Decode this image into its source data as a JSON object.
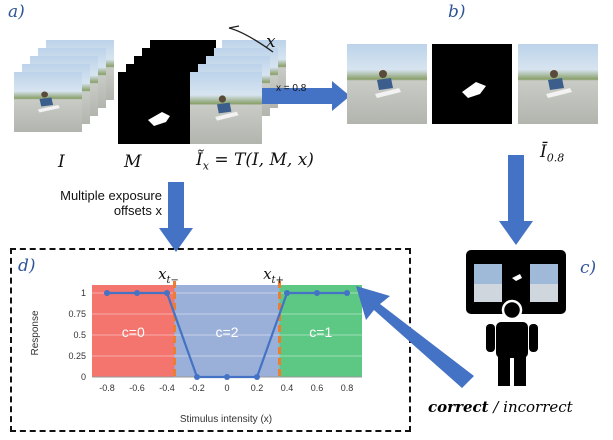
{
  "panels": {
    "a": "a)",
    "b": "b)",
    "c": "c)",
    "d": "d)"
  },
  "labels": {
    "x_brace": "x",
    "I": "I",
    "M": "M",
    "Ix_lhs": "Ĩ",
    "Ix_sub": "x",
    "Ix_rhs": "= T(I, M, x)",
    "arrow_param": "x = 0.8",
    "I_bar": "Ī",
    "I_bar_sub": "0.8",
    "multiple_exposure_line1": "Multiple exposure",
    "multiple_exposure_line2": "offsets x",
    "correct": "correct",
    "slash_incorrect": " / incorrect"
  },
  "colors": {
    "accent": "#2f5597",
    "arrow": "#4472c4",
    "threshold": "#ed7d31",
    "c0": "#f4746e",
    "c2": "#9bb0d8",
    "c1": "#5cc884",
    "line": "#4472c4"
  },
  "chart_data": {
    "type": "line",
    "xlabel": "Stimulus intensity (x)",
    "ylabel": "Response",
    "xlim": [
      -0.9,
      0.9
    ],
    "ylim": [
      0,
      1
    ],
    "x_ticks": [
      "-0.8",
      "-0.6",
      "-0.4",
      "-0.2",
      "0",
      "0.2",
      "0.4",
      "0.6",
      "0.8"
    ],
    "y_ticks": [
      "0",
      "0.25",
      "0.5",
      "0.75",
      "1"
    ],
    "series": [
      {
        "x": [
          -0.8,
          -0.6,
          -0.4,
          -0.2,
          0,
          0.2,
          0.4,
          0.6,
          0.8
        ],
        "y": [
          1,
          1,
          1,
          0,
          0,
          0,
          1,
          1,
          1
        ]
      }
    ],
    "regions": [
      {
        "label": "c=0",
        "from": -0.9,
        "to": -0.35
      },
      {
        "label": "c=2",
        "from": -0.35,
        "to": 0.35
      },
      {
        "label": "c=1",
        "from": 0.35,
        "to": 0.9
      }
    ],
    "thresholds": [
      {
        "label": "x",
        "sub": "t−",
        "x": -0.35
      },
      {
        "label": "x",
        "sub": "t+",
        "x": 0.35
      }
    ]
  }
}
